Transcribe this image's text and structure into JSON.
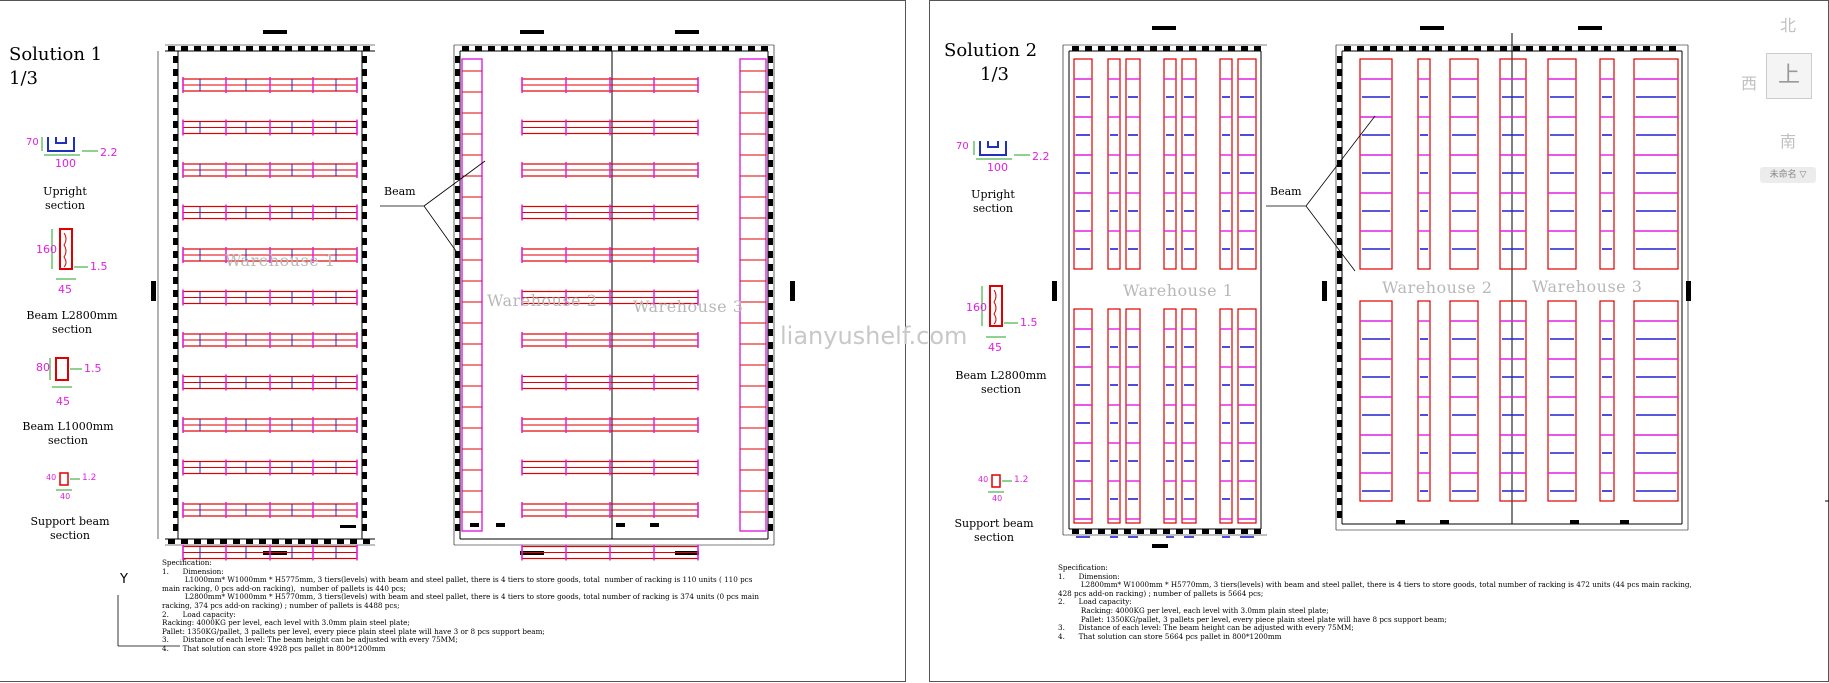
{
  "solution1": {
    "title": "Solution 1",
    "page": "1/3",
    "sections": [
      {
        "label": "Upright\nsection",
        "dims": [
          "70",
          "100",
          "2.2"
        ]
      },
      {
        "label": "Beam L2800mm\nsection",
        "dims": [
          "160",
          "45",
          "1.5"
        ]
      },
      {
        "label": "Beam L1000mm\nsection",
        "dims": [
          "80",
          "45",
          "1.5"
        ]
      },
      {
        "label": "Support beam\nsection",
        "dims": [
          "40",
          "40",
          "1.2"
        ]
      }
    ],
    "warehouses": [
      "Warehouse 1",
      "Warehouse 2",
      "Warehouse 3"
    ],
    "beam_label": "Beam",
    "axis_label": "Y",
    "spec": "Specification:\n1.      Dimension:\n          L1000mm* W1000mm * H5775mm, 3 tiers(levels) with beam and steel pallet, there is 4 tiers to store goods, total  number of racking is 110 units ( 110 pcs\nmain racking, 0 pcs add-on racking),  number of pallets is 440 pcs;\n          L2800mm* W1000mm * H5770mm, 3 tiers(levels) with beam and steel pallet, there is 4 tiers to store goods, total number of racking is 374 units (0 pcs main\nracking, 374 pcs add-on racking) ; number of pallets is 4488 pcs;\n2.      Load capacity:\nRacking: 4000KG per level, each level with 3.0mm plain steel plate;\nPallet: 1350KG/pallet, 3 pallets per level, every piece plain steel plate will have 3 or 8 pcs support beam;\n3.      Distance of each level: The beam height can be adjusted with every 75MM;\n4.      That solution can store 4928 pcs pallet in 800*1200mm"
  },
  "solution2": {
    "title": "Solution 2",
    "page": "1/3",
    "sections": [
      {
        "label": "Upright\nsection",
        "dims": [
          "70",
          "100",
          "2.2"
        ]
      },
      {
        "label": "Beam L2800mm\nsection",
        "dims": [
          "160",
          "45",
          "1.5"
        ]
      },
      {
        "label": "",
        "dims": [
          "40",
          "40",
          "1.2"
        ]
      },
      {
        "label": "Support beam\nsection",
        "dims": []
      }
    ],
    "warehouses": [
      "Warehouse 1",
      "Warehouse 2",
      "Warehouse 3"
    ],
    "beam_label": "Beam",
    "spec": "Specification:\n1.      Dimension:\n          L2800mm* W1000mm * H5770mm, 3 tiers(levels) with beam and steel pallet, there is 4 tiers to store goods, total number of racking is 472 units (44 pcs main racking,\n428 pcs add-on racking) ; number of pallets is 5664 pcs;\n2.      Load capacity:\n          Racking: 4000KG per level, each level with 3.0mm plain steel plate;\n          Pallet: 1350KG/pallet, 3 pallets per level, every piece plain steel plate will have 8 pcs support beam;\n3.      Distance of each level: The beam height can be adjusted with every 75MM;\n4.      That solution can store 5664 pcs pallet in 800*1200mm"
  },
  "watermark": "lianyushelf.com",
  "compass": {
    "north": "北",
    "west": "西",
    "south": "南",
    "up": "上",
    "unnamed": "未命名 ▽"
  },
  "colors": {
    "upright": "#e020e0",
    "beam": "#e00000",
    "support": "#2020d0",
    "wall": "#000000"
  }
}
